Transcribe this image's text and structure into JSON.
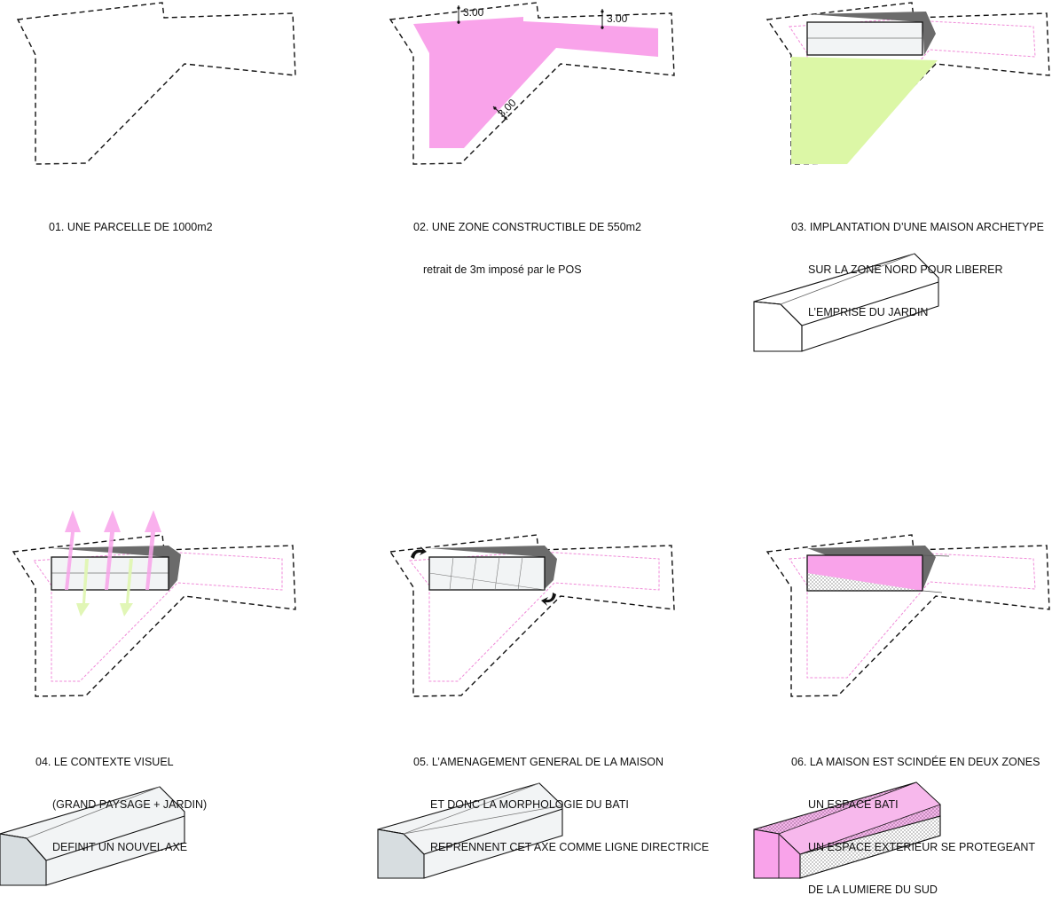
{
  "colors": {
    "pink": "#f9a3ea",
    "green": "#dcf7a6",
    "roof_dark": "#6b6b6b",
    "box_light": "#f2f4f5",
    "pink_dash": "#f08ad8",
    "arrow_green": "#dff5b2"
  },
  "panels": [
    {
      "id": "01",
      "lines": [
        "01. UNE PARCELLE DE 1000m2"
      ]
    },
    {
      "id": "02",
      "lines": [
        "02. UNE ZONE CONSTRUCTIBLE DE 550m2",
        "retrait de 3m imposé par le POS"
      ]
    },
    {
      "id": "03",
      "lines": [
        "03. IMPLANTATION D’UNE MAISON ARCHETYPE",
        "SUR LA ZONE NORD POUR LIBERER",
        "L’EMPRISE DU JARDIN"
      ]
    },
    {
      "id": "04",
      "lines": [
        "04. LE CONTEXTE VISUEL",
        "(GRAND PAYSAGE + JARDIN)",
        "DEFINIT UN NOUVEL AXE"
      ]
    },
    {
      "id": "05",
      "lines": [
        "05. L’AMENAGEMENT GENERAL DE LA MAISON",
        "ET DONC LA MORPHOLOGIE DU BATI",
        "REPRENNENT CET AXE COMME LIGNE DIRECTRICE"
      ]
    },
    {
      "id": "06",
      "lines": [
        "06. LA MAISON EST SCINDÉE EN DEUX ZONES",
        "UN ESPACE BATI",
        "UN ESPACE EXTERIEUR SE PROTEGEANT",
        "DE LA LUMIERE DU SUD"
      ]
    }
  ],
  "dimensions": {
    "setback_1": "3.00",
    "setback_2": "3.00",
    "setback_3": "3.00"
  }
}
